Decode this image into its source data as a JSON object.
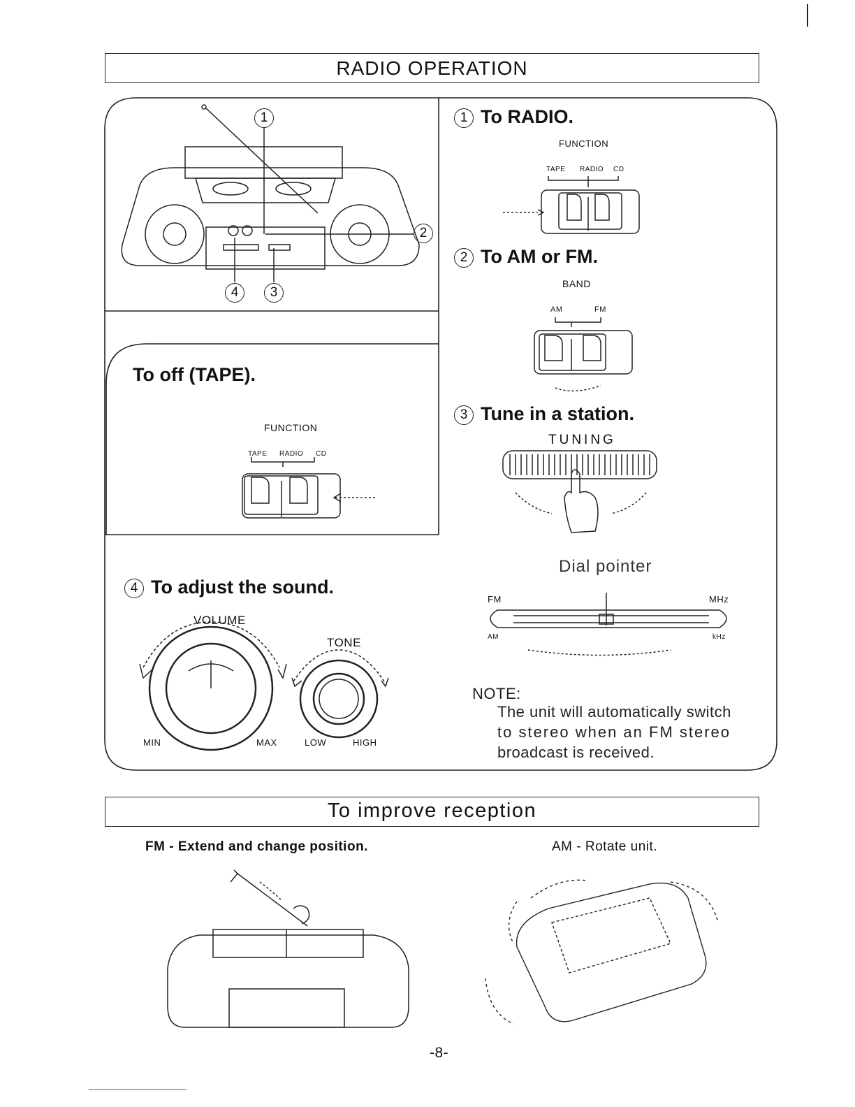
{
  "header": {
    "title": "RADIO OPERATION"
  },
  "callouts": {
    "c1": "1",
    "c2": "2",
    "c3": "3",
    "c4": "4"
  },
  "steps": {
    "to_radio": {
      "num": "1",
      "title": "To RADIO.",
      "switch_title": "FUNCTION",
      "positions": [
        "TAPE",
        "RADIO",
        "CD"
      ]
    },
    "to_band": {
      "num": "2",
      "title": "To AM or FM.",
      "switch_title": "BAND",
      "positions": [
        "AM",
        "FM"
      ]
    },
    "tune": {
      "num": "3",
      "title": "Tune in a station.",
      "dial_title": "TUNING"
    },
    "adjust": {
      "num": "4",
      "title": "To adjust the sound.",
      "volume": "VOLUME",
      "tone": "TONE",
      "min": "MIN",
      "max": "MAX",
      "low": "LOW",
      "high": "HIGH"
    }
  },
  "tape_off": {
    "title": "To off (TAPE).",
    "switch_title": "FUNCTION",
    "positions": [
      "TAPE",
      "RADIO",
      "CD"
    ]
  },
  "dial_pointer": {
    "title": "Dial pointer",
    "fm": "FM",
    "mhz": "MHz",
    "am": "AM",
    "khz": "kHz"
  },
  "note": {
    "label": "NOTE:",
    "lines": [
      "The unit will automatically switch",
      "to stereo when an FM stereo",
      "broadcast is received."
    ]
  },
  "reception": {
    "title": "To improve reception",
    "fm": "FM - Extend and change position.",
    "am": "AM - Rotate unit."
  },
  "footer": {
    "page": "-8-"
  }
}
